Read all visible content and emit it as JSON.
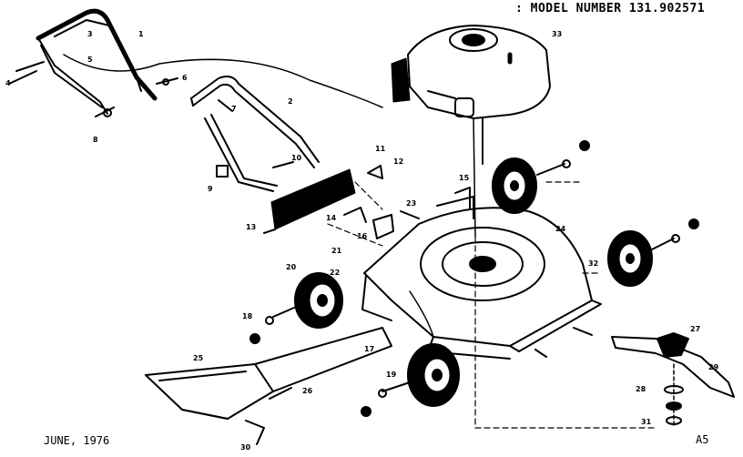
{
  "header": {
    "model_number": ": MODEL NUMBER  131.902571"
  },
  "footer": {
    "date": "JUNE, 1976",
    "code": "A5"
  },
  "callouts": [
    "1",
    "2",
    "3",
    "4",
    "5",
    "6",
    "7",
    "8",
    "9",
    "10",
    "11",
    "12",
    "13",
    "14",
    "15",
    "16",
    "17",
    "18",
    "19",
    "20",
    "21",
    "22",
    "23",
    "24",
    "25",
    "26",
    "27",
    "28",
    "29",
    "30",
    "31",
    "32",
    "33"
  ]
}
